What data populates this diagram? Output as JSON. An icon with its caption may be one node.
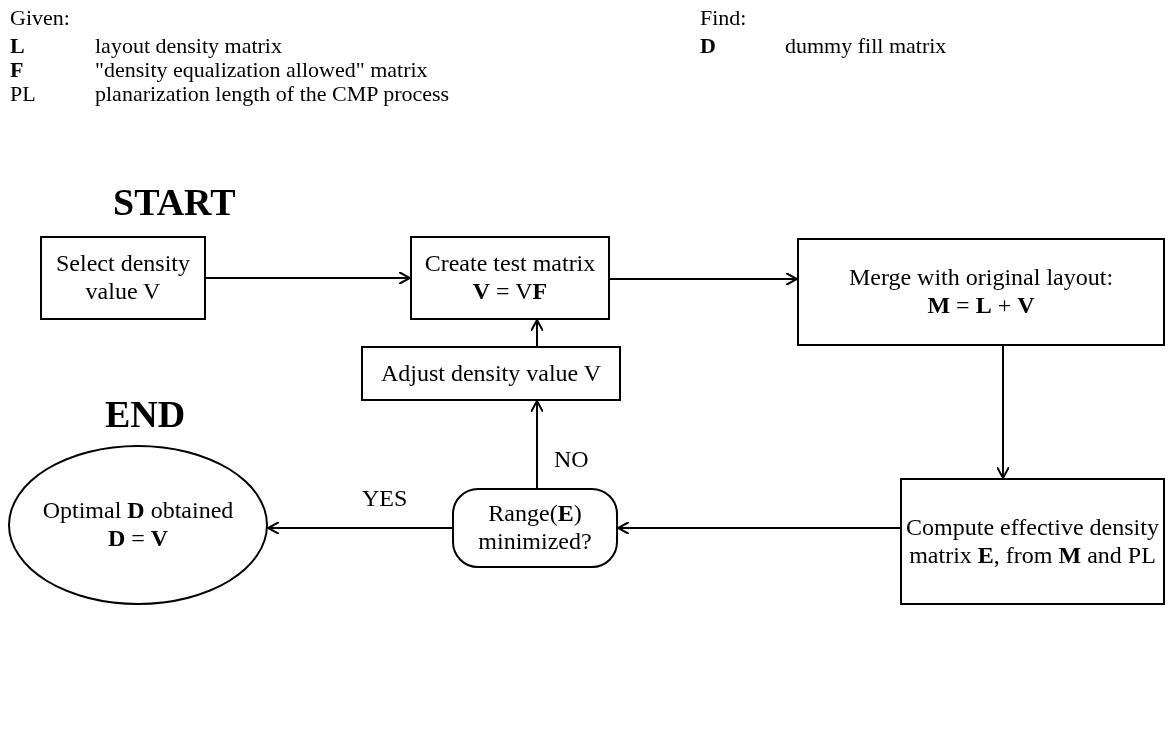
{
  "diagram": {
    "nodes": [
      {
        "text": [
          "Select density value V"
        ],
        "beside": [
          "START"
        ]
      },
      {
        "text": [
          "Create test matrix",
          "**V** = V**F**"
        ]
      },
      {
        "text": [
          "Merge with original layout:",
          "**M** = **L** + **V**"
        ]
      },
      {
        "text": [
          "Adjust density value V"
        ]
      },
      {
        "text": [
          "Optimal **D** obtained",
          "**D** = **V**"
        ],
        "beside": [
          "END"
        ]
      },
      {
        "text": [
          "Range(**E**) minimized?"
        ]
      },
      {
        "text": [
          "Compute effective density matrix **E**, from **M** and PL"
        ]
      }
    ],
    "edges": [
      {
        "from": 0,
        "to": 1,
        "arrow": "to"
      },
      {
        "from": 1,
        "to": 2,
        "arrow": "to"
      },
      {
        "from": 2,
        "to": 6,
        "arrow": "to"
      },
      {
        "from": 6,
        "to": 5,
        "arrow": "to"
      },
      {
        "from": 5,
        "to": 4,
        "arrow": "to",
        "label": "YES"
      },
      {
        "from": 5,
        "to": 3,
        "arrow": "to",
        "label": "NO"
      },
      {
        "from": 3,
        "to": 1,
        "arrow": "to"
      }
    ],
    "labels": [
      "Given:",
      "**L**",
      "layout density matrix",
      "**F**",
      "\"density equalization allowed\" matrix",
      "PL",
      "planarization length of the CMP process",
      "Find:",
      "**D**",
      "dummy fill matrix"
    ]
  }
}
